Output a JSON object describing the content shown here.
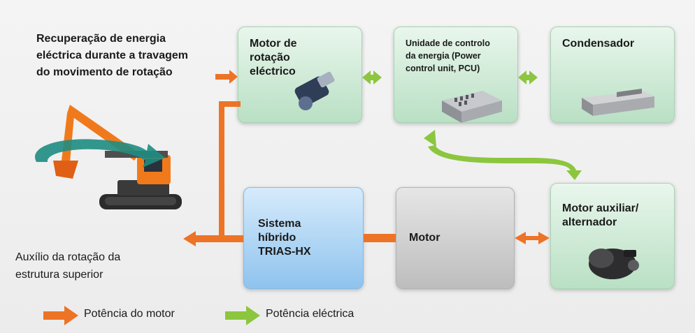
{
  "colors": {
    "motor_power": "#ed7326",
    "electric_power": "#8cc63f",
    "green_box": "#cde9d4",
    "blue_box": "#a9d2f2",
    "grey_box": "#cfcfcf"
  },
  "intro": {
    "line1": "Recuperação de energia",
    "line2": "eléctrica durante a travagem",
    "line3": "do movimento de rotação"
  },
  "boxes": {
    "swing_motor": {
      "line1": "Motor de",
      "line2": "rotação",
      "line3": "eléctrico"
    },
    "pcu": {
      "line1": "Unidade de controlo",
      "line2": "da energia (Power",
      "line3": "control unit, PCU)"
    },
    "capacitor": {
      "label": "Condensador"
    },
    "hybrid_system": {
      "line1": "Sistema",
      "line2": "híbrido",
      "line3": "TRIAS-HX"
    },
    "engine": {
      "label": "Motor"
    },
    "assist_motor": {
      "line1": "Motor auxiliar/",
      "line2": "alternador"
    }
  },
  "assist": {
    "line1": "Auxílio da rotação da",
    "line2": "estrutura superior"
  },
  "legend": {
    "motor_power": "Potência do motor",
    "electric_power": "Potência eléctrica"
  }
}
